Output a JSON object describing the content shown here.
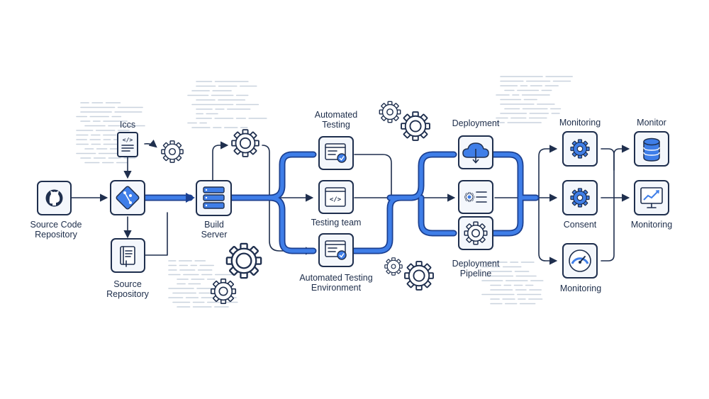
{
  "nodes": {
    "source_code_repository": {
      "label_line1": "Source Code",
      "label_line2": "Repository",
      "icon": "github-icon"
    },
    "git": {
      "icon": "git-icon"
    },
    "iccs": {
      "label": "Iccs",
      "icon": "code-file-icon"
    },
    "source_repository": {
      "label_line1": "Source",
      "label_line2": "Repository",
      "icon": "book-icon"
    },
    "build_server": {
      "label_line1": "Build",
      "label_line2": "Server",
      "icon": "server-icon"
    },
    "automated_testing": {
      "label_line1": "Automated",
      "label_line2": "Testing",
      "icon": "test-window-icon"
    },
    "testing_team": {
      "label": "Testing team",
      "icon": "code-window-icon"
    },
    "automated_testing_environment": {
      "label_line1": "Automated Testing",
      "label_line2": "Environment",
      "icon": "test-window-icon"
    },
    "deployment": {
      "label": "Deployment",
      "icon": "cloud-download-icon"
    },
    "deployment_pipeline": {
      "label_line1": "Deployment",
      "label_line2": "Pipeline",
      "icon": "settings-list-icon"
    },
    "deployment_gear": {
      "icon": "gear-icon"
    },
    "monitoring_top": {
      "label": "Monitoring",
      "icon": "gear-icon"
    },
    "consent": {
      "label": "Consent",
      "icon": "gear-icon"
    },
    "monitoring_bottom": {
      "label": "Monitoring",
      "icon": "gauge-icon"
    },
    "monitor": {
      "label": "Monitor",
      "icon": "database-icon"
    },
    "monitoring_right": {
      "label": "Monitoring",
      "icon": "chart-monitor-icon"
    }
  },
  "colors": {
    "outline": "#1f2f4e",
    "accent_blue": "#3f7ee8",
    "accent_dark": "#1b3f8f",
    "node_fill": "#f4f7fc",
    "code_texture": "#c9d2de"
  }
}
